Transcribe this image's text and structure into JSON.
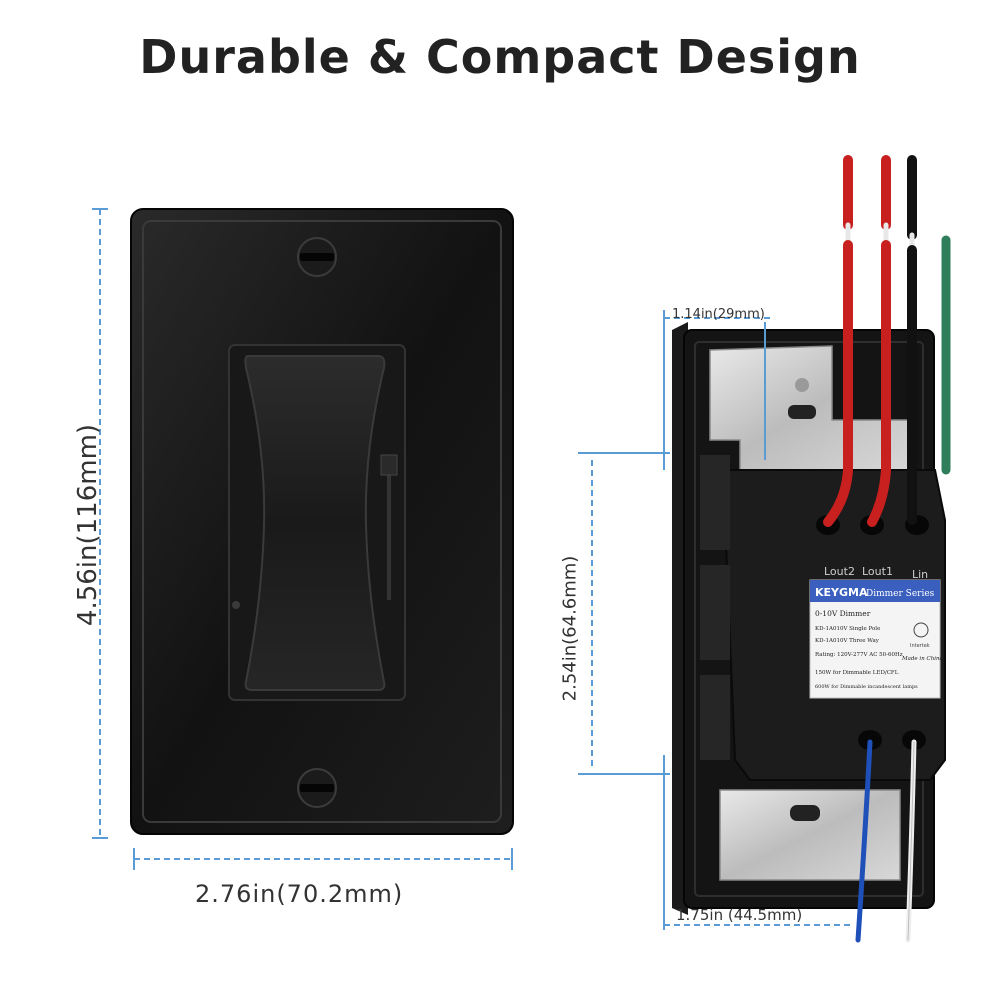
{
  "title": "Durable & Compact Design",
  "dimensions": {
    "height": "4.56in(116mm)",
    "width": "2.76in(70.2mm)",
    "depth": "1.14in(29mm)",
    "module_height": "2.54in(64.6mm)",
    "module_width": "1.75in  (44.5mm)"
  },
  "module_label": {
    "brand": "KEYGMA",
    "series": "Dimmer Series",
    "terminals": [
      "Lout2",
      "Lout1",
      "Lin"
    ],
    "model_type": "0-10V Dimmer",
    "line1": "KD-1A010V Single Pole",
    "line2": "KD-1A010V Three Way",
    "rating": "Rating: 120V-277V AC 50-60Hz",
    "load1": "150W for Dimmable LED/CFL",
    "load2": "600W for Dimmable incandescent lamps",
    "cert": "Intertek",
    "origin": "Made in China"
  },
  "colors": {
    "dimension_line": "#5b9bd5",
    "plate": "#141414",
    "wire_red": "#c8201e",
    "wire_black": "#111111",
    "wire_green": "#2e7d5b",
    "wire_blue": "#1f4fb8"
  }
}
